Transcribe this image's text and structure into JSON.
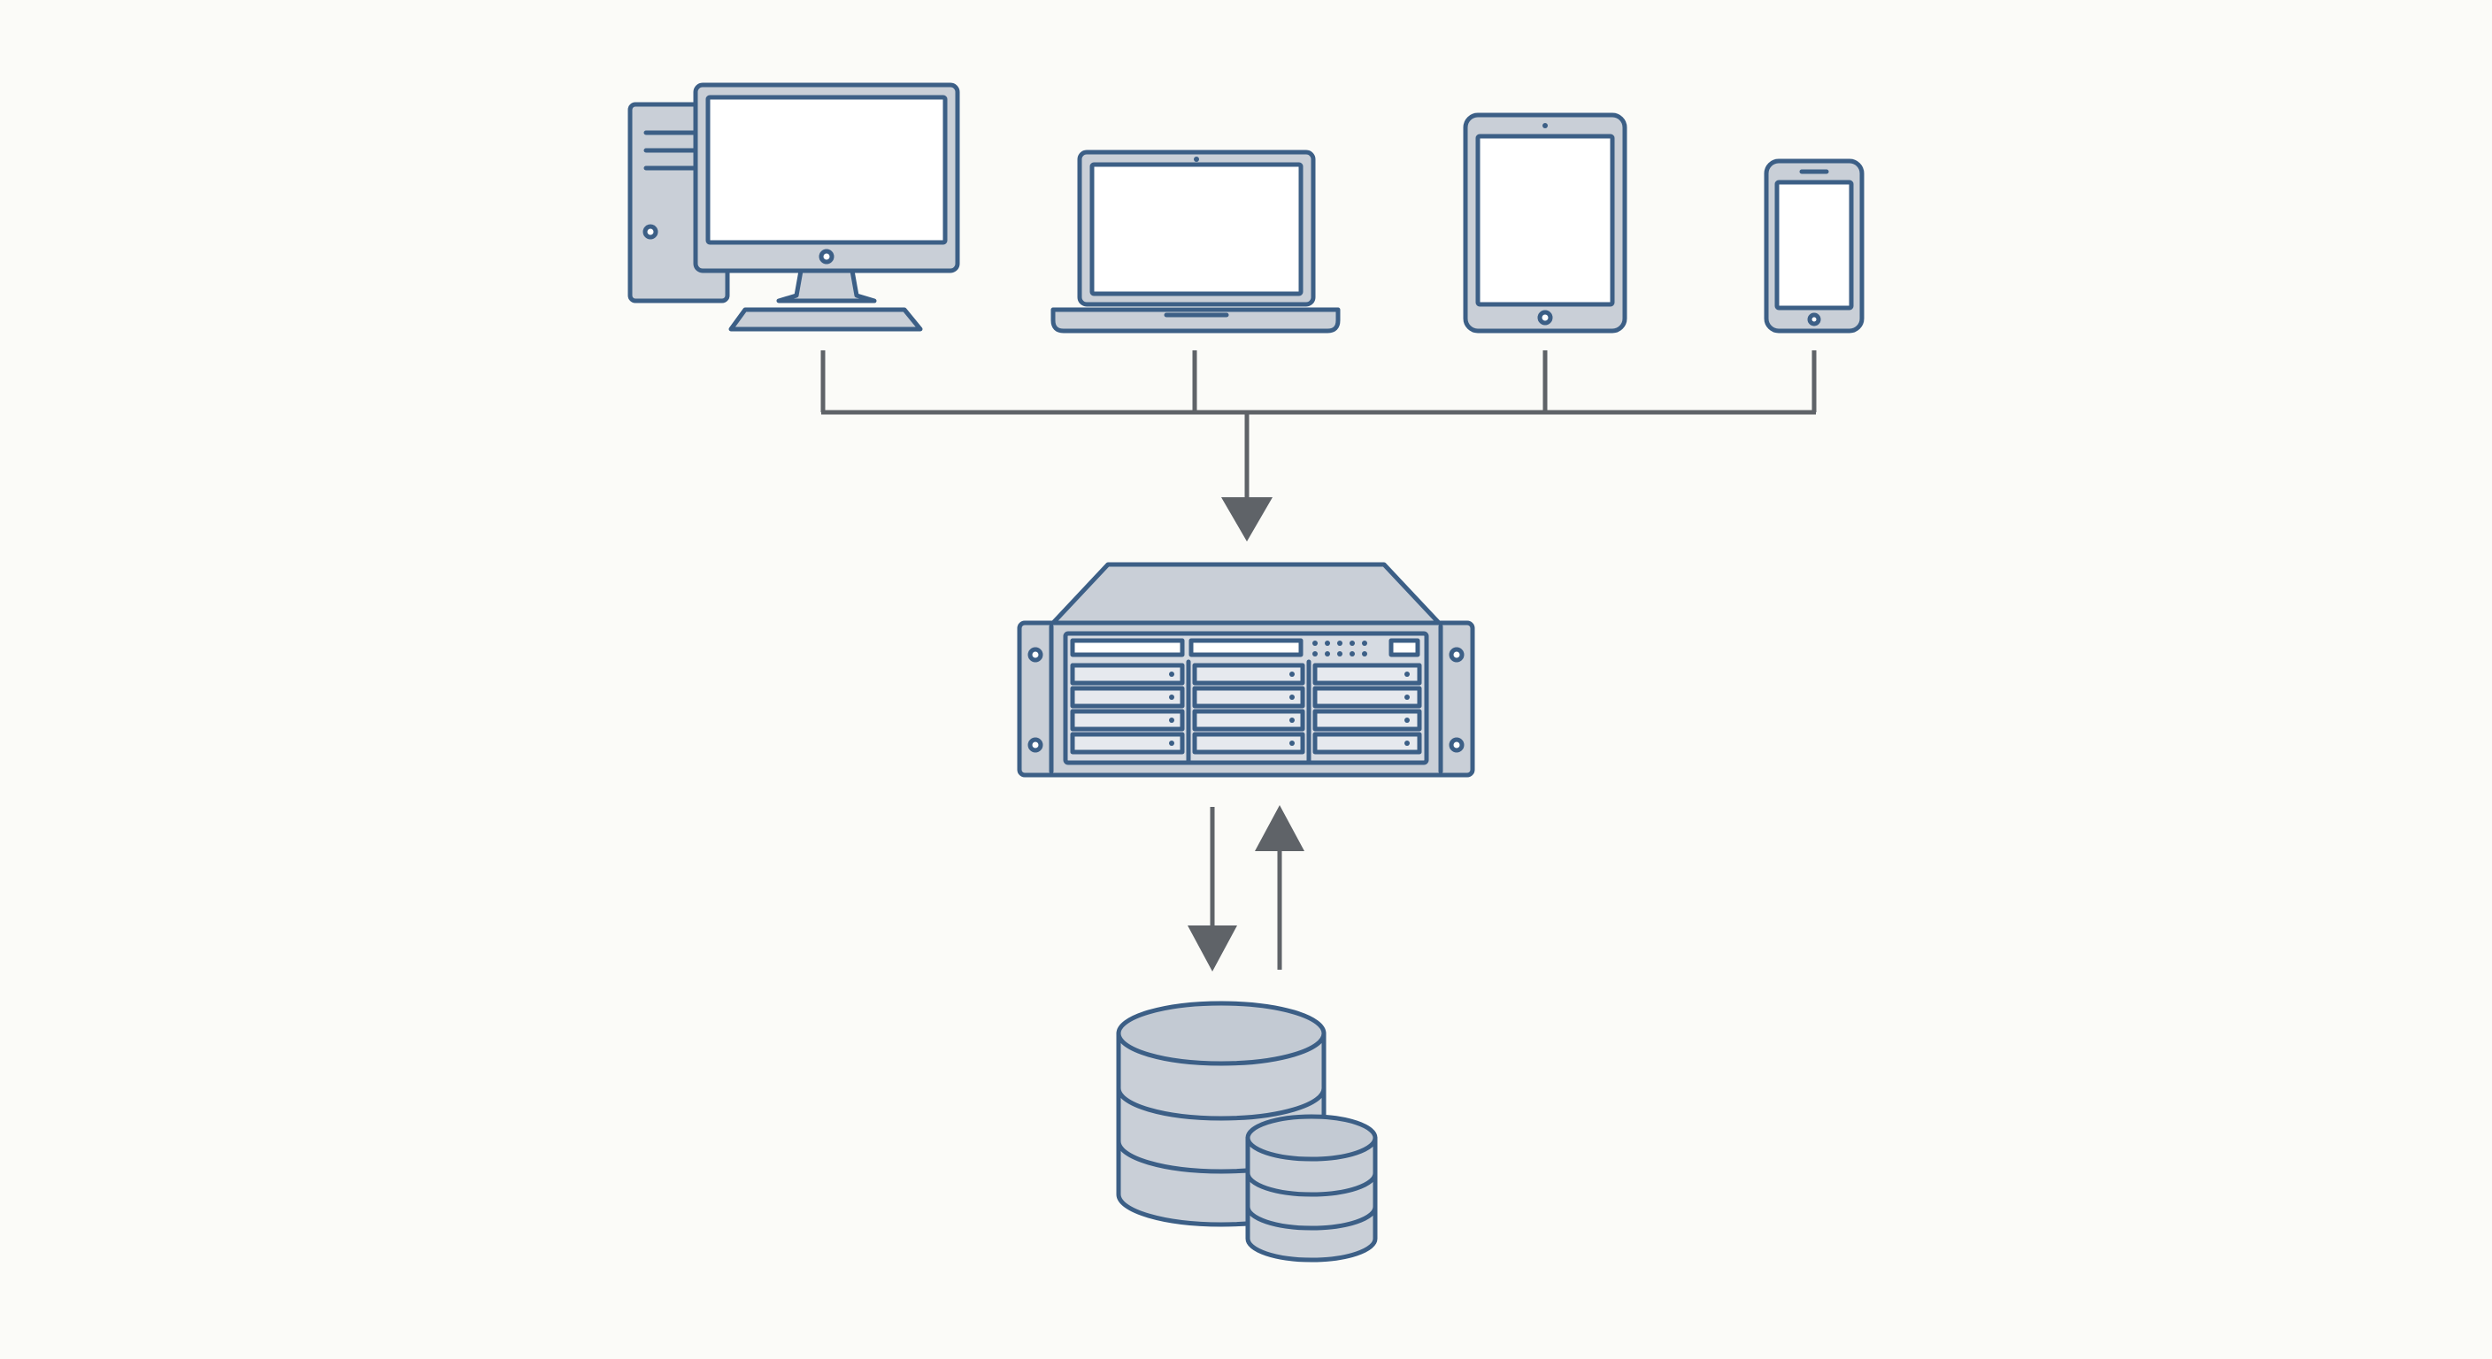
{
  "colors": {
    "background": "#fbfbf8",
    "outline": "#3c5f86",
    "device_fill": "#c9cfd7",
    "screen_fill": "#ffffff",
    "connector": "#5f6368"
  },
  "nodes": {
    "clients": [
      {
        "icon": "desktop-computer-icon"
      },
      {
        "icon": "laptop-icon"
      },
      {
        "icon": "tablet-icon"
      },
      {
        "icon": "smartphone-icon"
      }
    ],
    "server": {
      "icon": "rack-server-icon"
    },
    "storage": {
      "icon": "database-icon"
    }
  },
  "edges": [
    {
      "from": "clients",
      "to": "server",
      "direction": "one-way"
    },
    {
      "from": "server",
      "to": "storage",
      "direction": "two-way"
    }
  ]
}
